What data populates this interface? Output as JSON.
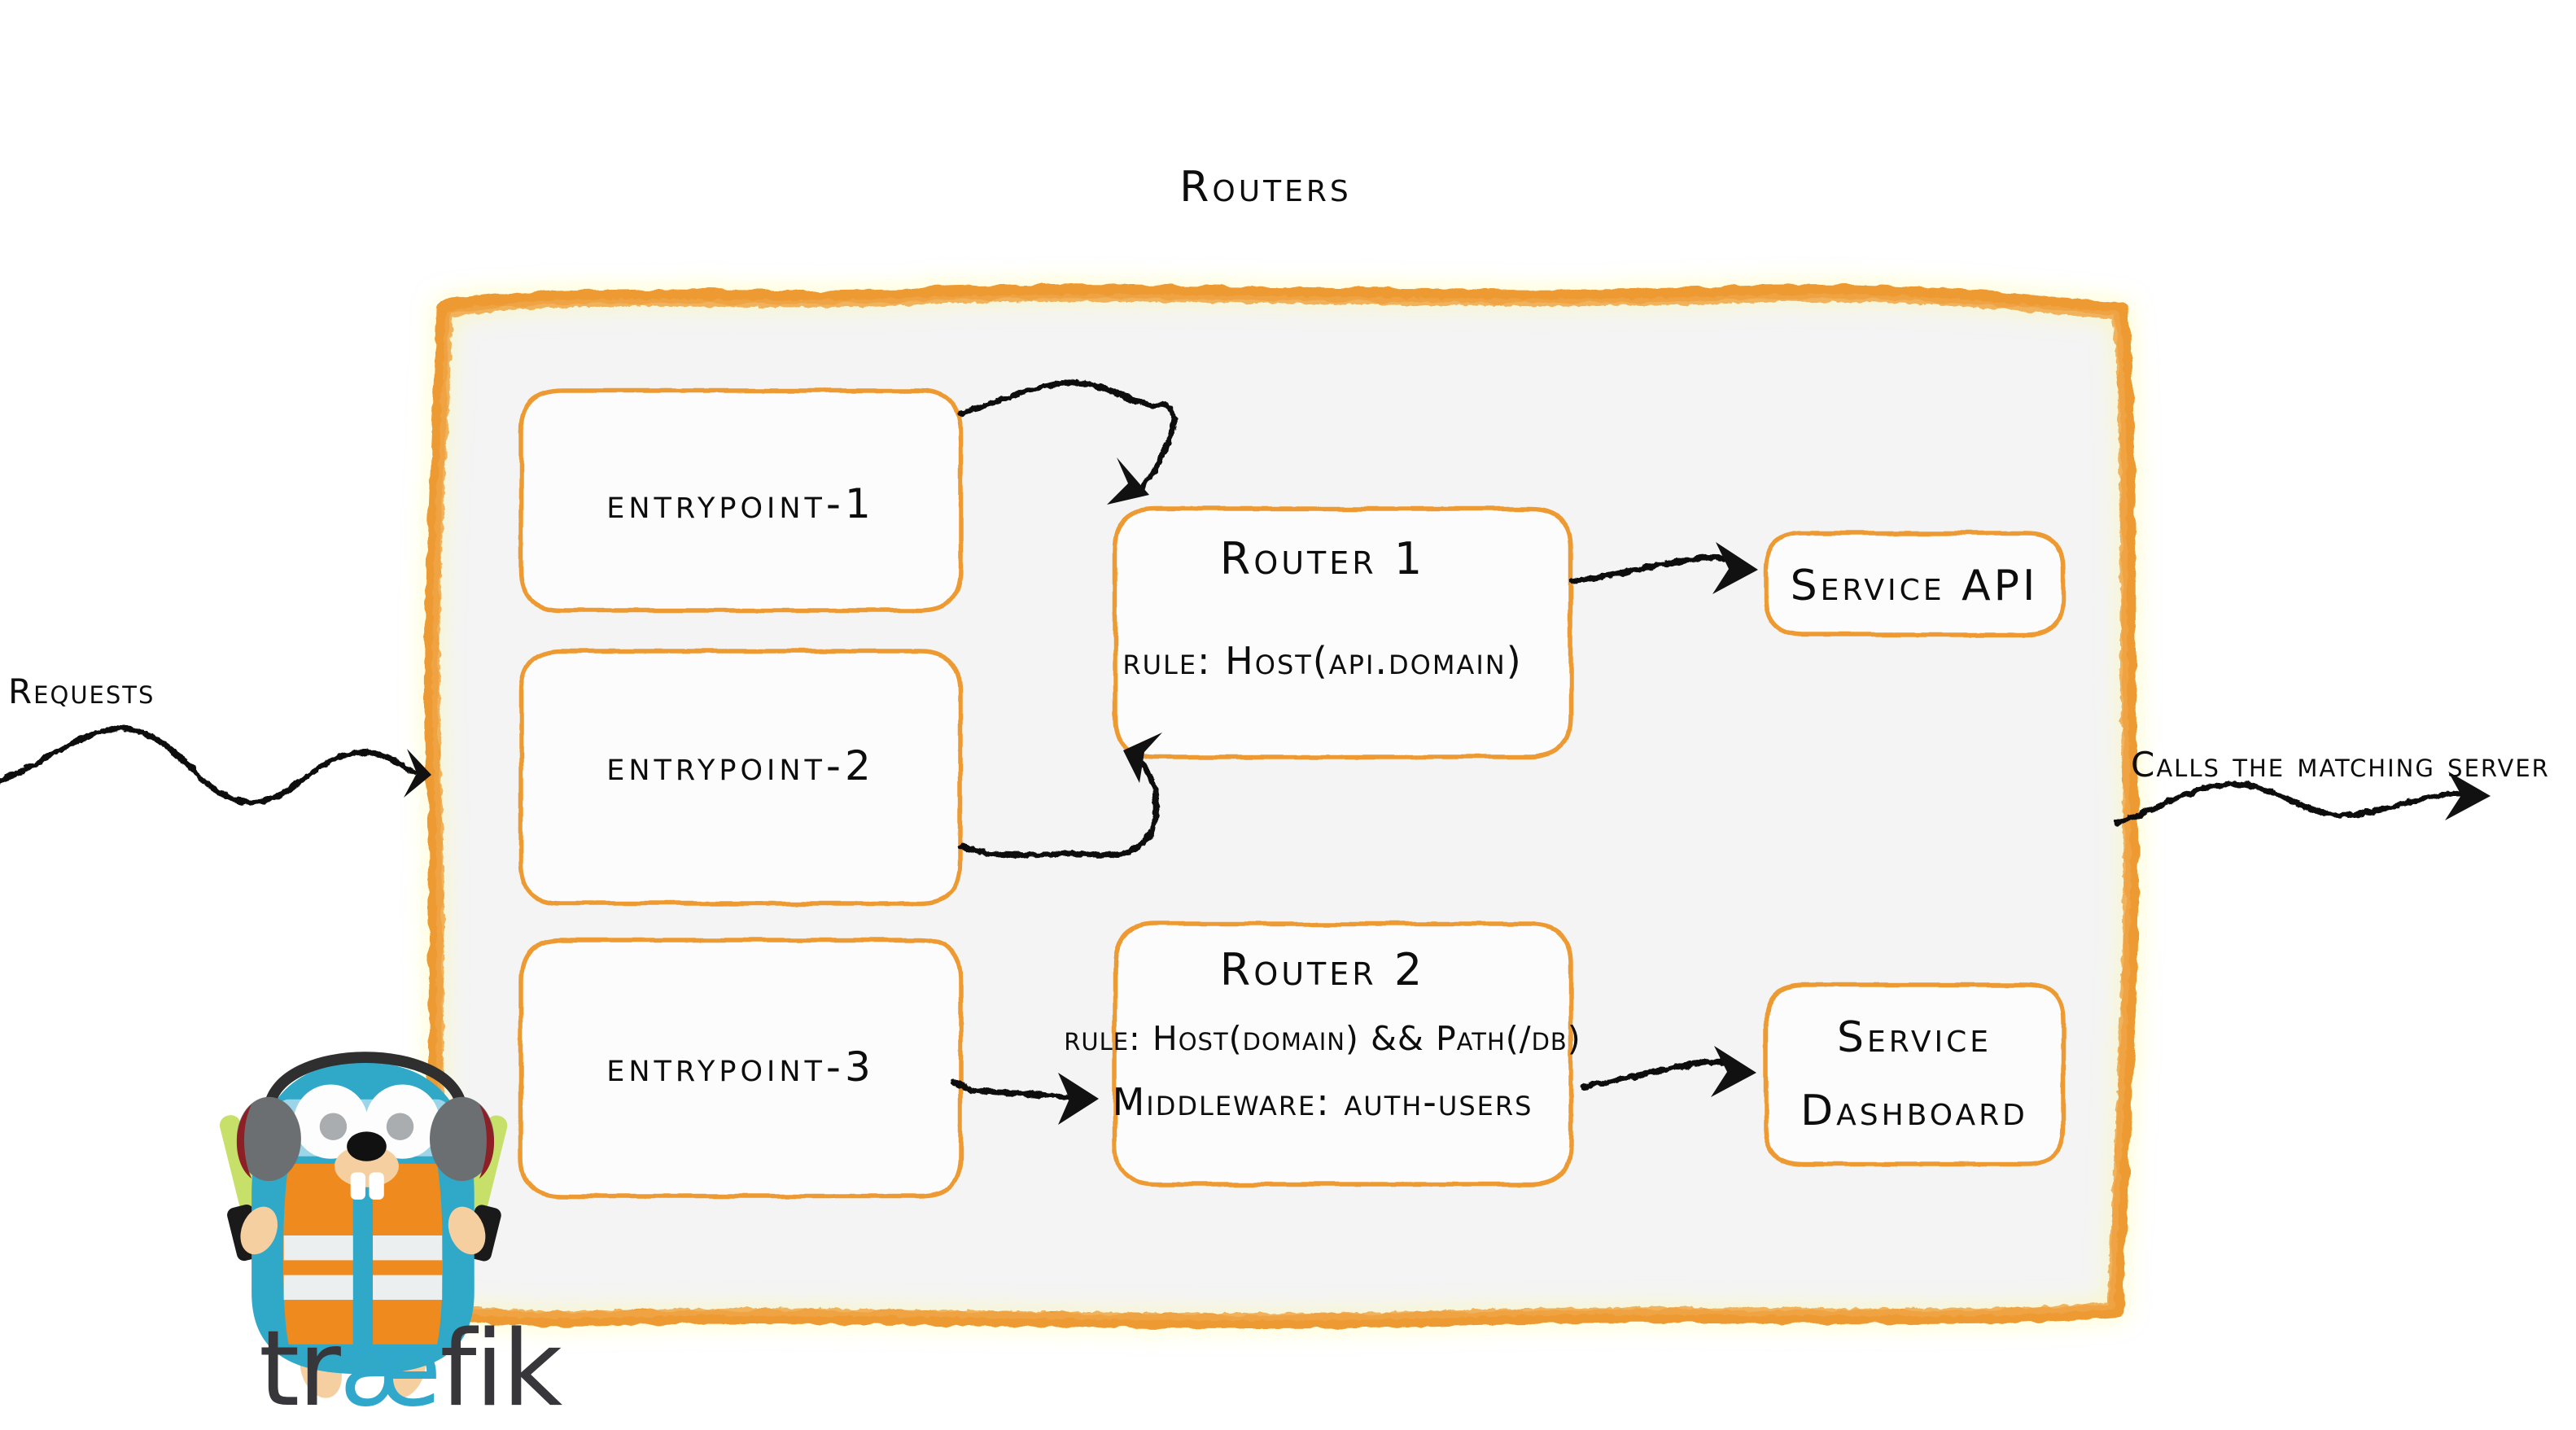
{
  "diagram": {
    "title": "Routers",
    "background_color": "#ffffff",
    "panel_fill": "#f4f4f4",
    "accent_color": "#ee9a33",
    "ink_color": "#0d0d0d"
  },
  "labels": {
    "requests": "Requests",
    "calls_matching_server": "Calls the matching server"
  },
  "entrypoints": [
    {
      "label": "entrypoint-1"
    },
    {
      "label": "entrypoint-2"
    },
    {
      "label": "entrypoint-3"
    }
  ],
  "routers": [
    {
      "name": "Router 1",
      "rule": "rule: Host(api.domain)",
      "middleware": ""
    },
    {
      "name": "Router 2",
      "rule": "rule: Host(domain) && Path(/db)",
      "middleware": "Middleware: auth-users"
    }
  ],
  "services": [
    {
      "label": "Service API",
      "lines": [
        "Service API"
      ]
    },
    {
      "label": "Service Dashboard",
      "lines": [
        "Service",
        "Dashboard"
      ]
    }
  ],
  "brand": {
    "logo_prefix": "tr",
    "logo_ligature": "æ",
    "logo_suffix": "fik",
    "logo_text_color": "#37373b",
    "logo_accent_color": "#2fa8cc",
    "mascot": "traefik-gopher-mascot"
  }
}
